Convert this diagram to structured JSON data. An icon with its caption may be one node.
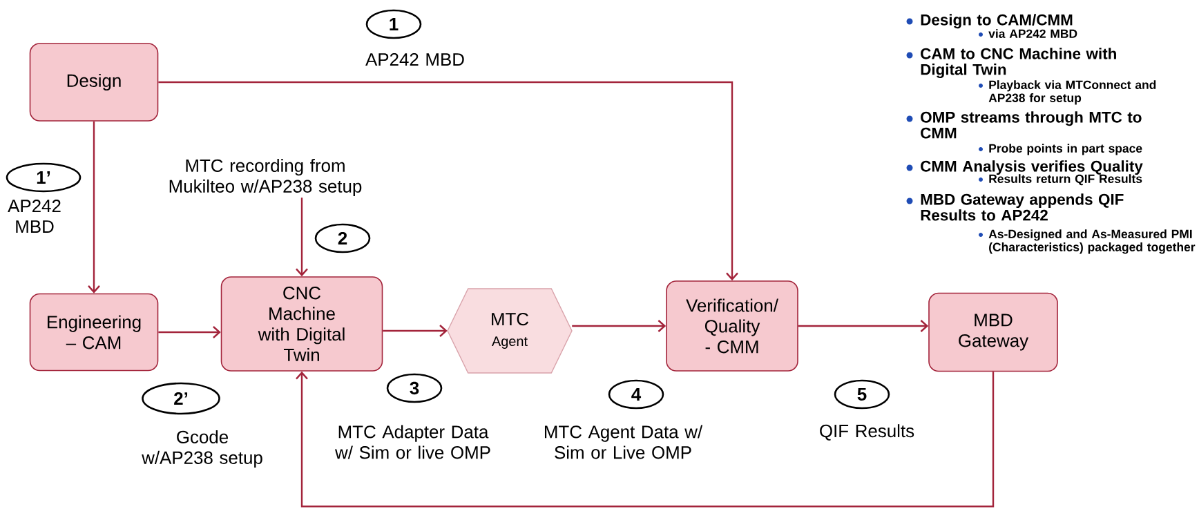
{
  "diagram": {
    "nodes": [
      {
        "text": [
          "Design"
        ]
      },
      {
        "text": [
          "Engineering – CAM"
        ]
      },
      {
        "text": [
          "CNC Machine with Digital Twin"
        ]
      },
      {
        "text": [
          "MTC",
          "Agent"
        ]
      },
      {
        "text": [
          "Verification/ Quality - CMM"
        ]
      },
      {
        "text": [
          "MBD Gateway"
        ]
      },
      {
        "text": [
          "MTC recording from Mukilteo w/AP238 setup"
        ]
      },
      {
        "text": [
          "1"
        ],
        "beside": [
          "AP242 MBD"
        ]
      },
      {
        "text": [
          "1’"
        ],
        "beside": [
          "AP242 MBD"
        ]
      },
      {
        "text": [
          "2"
        ]
      },
      {
        "text": [
          "2’"
        ],
        "beside": [
          "Gcode w/AP238 setup"
        ]
      },
      {
        "text": [
          "3"
        ],
        "beside": [
          "MTC Adapter Data w/ Sim or live OMP"
        ]
      },
      {
        "text": [
          "4"
        ],
        "beside": [
          "MTC Agent Data w/ Sim or Live OMP"
        ]
      },
      {
        "text": [
          "5"
        ],
        "beside": [
          "QIF Results"
        ]
      }
    ],
    "edges": [
      {
        "from": 0,
        "to": 4,
        "arrow": "to"
      },
      {
        "from": 0,
        "to": 1,
        "arrow": "to"
      },
      {
        "from": 6,
        "to": 2,
        "arrow": "to"
      },
      {
        "from": 1,
        "to": 2,
        "arrow": "to"
      },
      {
        "from": 2,
        "to": 3,
        "arrow": "to"
      },
      {
        "from": 3,
        "to": 4,
        "arrow": "to"
      },
      {
        "from": 4,
        "to": 5,
        "arrow": "to"
      },
      {
        "from": 5,
        "to": 2,
        "arrow": "to"
      }
    ],
    "labels": [
      "Design to CAM/CMM",
      "via AP242 MBD",
      "CAM to CNC Machine with Digital Twin",
      "Playback via MTConnect and AP238 for setup",
      "OMP streams through MTC to CMM",
      "Probe points in part space",
      "CMM Analysis verifies Quality",
      "Results return QIF Results",
      "MBD Gateway appends QIF Results to AP242",
      "As-Designed and As-Measured PMI (Characteristics) packaged together"
    ]
  }
}
